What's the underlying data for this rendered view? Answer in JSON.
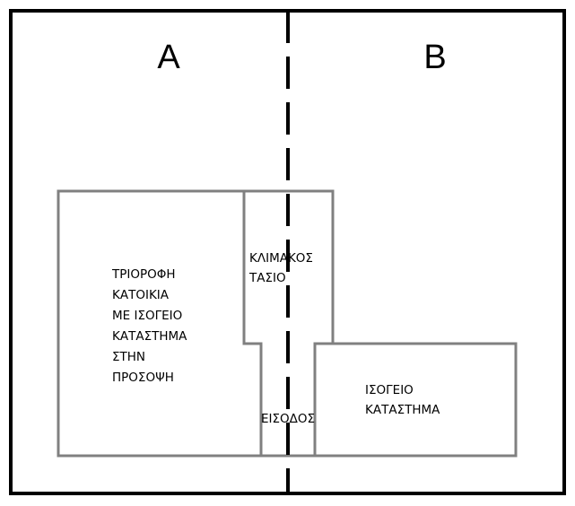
{
  "plots": {
    "left": "A",
    "right": "B"
  },
  "house": {
    "lines": [
      "ΤΡΙΟΡΟΦΗ",
      "ΚΑΤΟΙΚΙΑ",
      "ΜΕ ΙΣΟΓΕΙΟ",
      "ΚΑΤΑΣΤΗΜΑ",
      "ΣΤΗΝ",
      "ΠΡΟΣΟΨΗ"
    ]
  },
  "staircase": {
    "lines": [
      "ΚΛΙΜΑΚΟΣ",
      "ΤΑΣΙΟ"
    ]
  },
  "entrance": {
    "label": "ΕΙΣΟΔΟΣ"
  },
  "shop": {
    "lines": [
      "ΙΣΟΓΕΙΟ",
      "ΚΑΤΑΣΤΗΜΑ"
    ]
  },
  "colors": {
    "walls": "#808080",
    "boundary": "#000000"
  }
}
